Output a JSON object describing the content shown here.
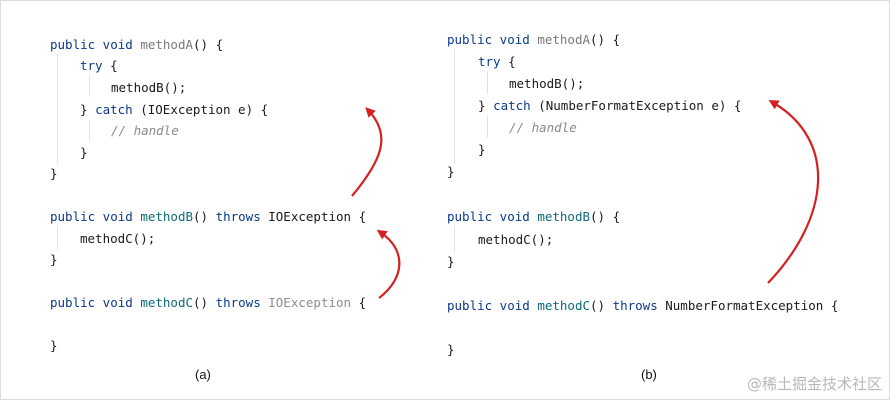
{
  "panel_a": {
    "caption": "(a)",
    "a_sig": {
      "kw": "public void ",
      "fn": "methodA",
      "rest": "() {"
    },
    "try_line": {
      "kw": "try",
      "rest": " {"
    },
    "call_b": "methodB();",
    "catch_line": {
      "pre": "} ",
      "kw": "catch",
      "rest": " (IOException e) {"
    },
    "comment": "// handle",
    "close_try": "}",
    "close_a": "}",
    "b_sig": {
      "kw": "public void ",
      "fn": "methodB",
      "mid": "() ",
      "kw2": "throws",
      "rest": " IOException {"
    },
    "call_c": "methodC();",
    "close_b": "}",
    "c_sig": {
      "kw": "public void ",
      "fn": "methodC",
      "mid": "() ",
      "kw2": "throws",
      "exc": " IOException",
      "rest": " {"
    },
    "close_c": "}"
  },
  "panel_b": {
    "caption": "(b)",
    "a_sig": {
      "kw": "public void ",
      "fn": "methodA",
      "rest": "() {"
    },
    "try_line": {
      "kw": "try",
      "rest": " {"
    },
    "call_b": "methodB();",
    "catch_line": {
      "pre": "} ",
      "kw": "catch",
      "rest": " (NumberFormatException e) {"
    },
    "comment": "// handle",
    "close_try": "}",
    "close_a": "}",
    "b_sig": {
      "kw": "public void ",
      "fn": "methodB",
      "rest": "() {"
    },
    "call_c": "methodC();",
    "close_b": "}",
    "c_sig": {
      "kw": "public void ",
      "fn": "methodC",
      "mid": "() ",
      "kw2": "throws",
      "rest": " NumberFormatException {"
    },
    "close_c": "}"
  },
  "watermark": "@稀土掘金技术社区",
  "colors": {
    "keyword": "#0b3a8a",
    "method_dim": "#7a7a7a",
    "method_highlight": "#0e6a78",
    "comment": "#8a8a8a",
    "arrow": "#d42020"
  }
}
